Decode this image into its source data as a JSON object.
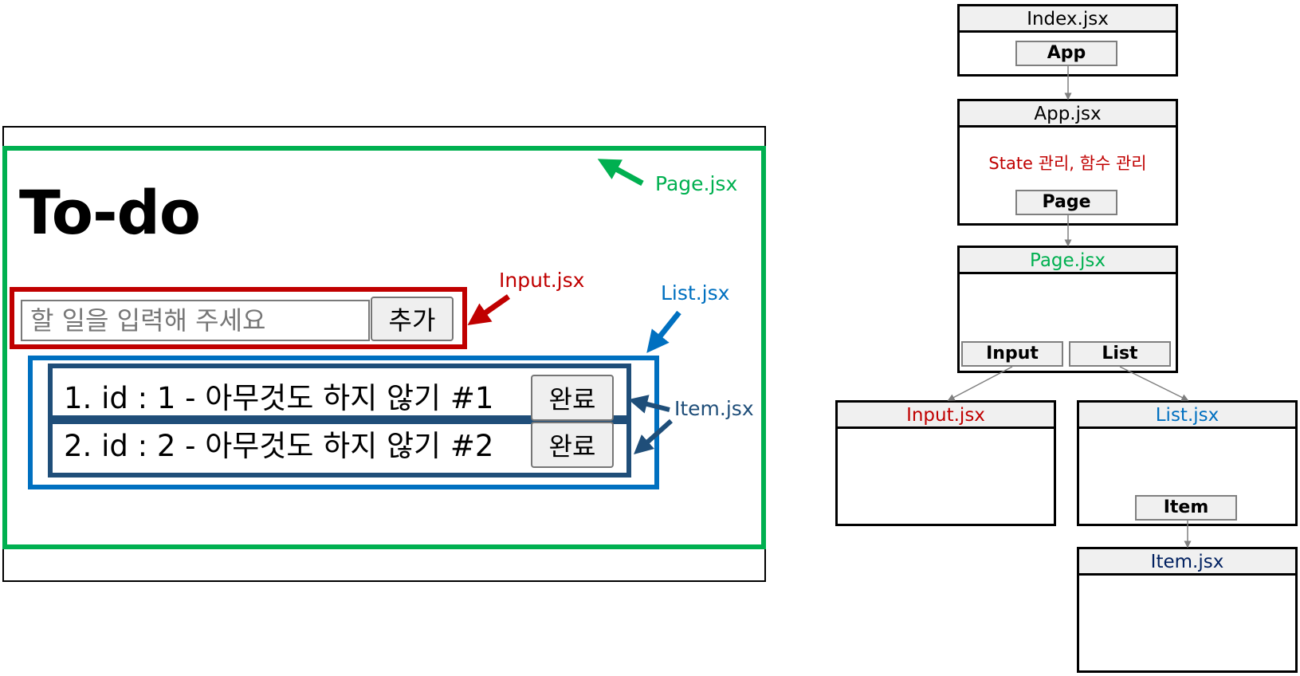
{
  "mock_app": {
    "title": "To-do",
    "input_placeholder": "할 일을 입력해 주세요",
    "add_button": "추가",
    "items": [
      {
        "text": "1. id : 1 - 아무것도 하지 않기 #1",
        "button": "완료"
      },
      {
        "text": "2. id : 2 - 아무것도 하지 않기 #2",
        "button": "완료"
      }
    ]
  },
  "annotations": {
    "page": "Page.jsx",
    "input": "Input.jsx",
    "list": "List.jsx",
    "item": "Item.jsx"
  },
  "diagram": {
    "index": {
      "title": "Index.jsx",
      "child": "App"
    },
    "app": {
      "title": "App.jsx",
      "desc": "State 관리, 함수 관리",
      "child": "Page"
    },
    "page": {
      "title": "Page.jsx",
      "children": [
        "Input",
        "List"
      ]
    },
    "input": {
      "title": "Input.jsx"
    },
    "list": {
      "title": "List.jsx",
      "child": "Item"
    },
    "item": {
      "title": "Item.jsx"
    }
  },
  "colors": {
    "page": "#00b050",
    "input": "#c00000",
    "list": "#0070c0",
    "item": "#1f4e79",
    "list_title": "#0070c0",
    "item_title": "#002060"
  }
}
